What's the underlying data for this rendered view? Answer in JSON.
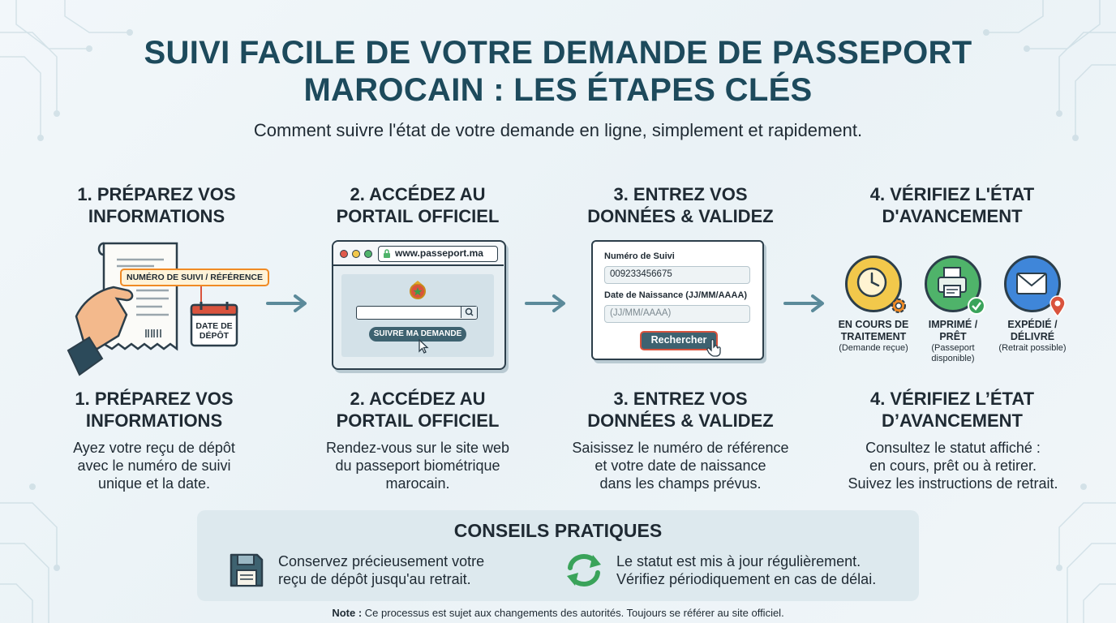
{
  "header": {
    "title_line1": "SUIVI FACILE DE VOTRE DEMANDE DE PASSEPORT",
    "title_line2": "MAROCAIN : LES ÉTAPES CLÉS",
    "subtitle": "Comment suivre l'état de votre demande en ligne, simplement et rapidement."
  },
  "steps": [
    {
      "top_title_1": "1. PRÉPAREZ VOS",
      "top_title_2": "INFORMATIONS",
      "bottom_title_1": "1. PRÉPAREZ VOS",
      "bottom_title_2": "INFORMATIONS",
      "desc_1": "Ayez votre reçu de dépôt",
      "desc_2": "avec le numéro de suivi",
      "desc_3": "unique et la date.",
      "tag_label": "NUMÉRO DE SUIVI / RÉFÉRENCE",
      "calendar_label_1": "DATE DE",
      "calendar_label_2": "DÉPÔT"
    },
    {
      "top_title_1": "2. ACCÉDEZ AU",
      "top_title_2": "PORTAIL OFFICIEL",
      "bottom_title_1": "2. ACCÉDEZ AU",
      "bottom_title_2": "PORTAIL OFFICIEL",
      "desc_1": "Rendez-vous sur le site web",
      "desc_2": "du passeport biométrique",
      "desc_3": "marocain.",
      "url": "www.passeport.ma",
      "button": "SUIVRE MA DEMANDE"
    },
    {
      "top_title_1": "3. ENTREZ VOS",
      "top_title_2": "DONNÉES & VALIDEZ",
      "bottom_title_1": "3. ENTREZ VOS",
      "bottom_title_2": "DONNÉES & VALIDEZ",
      "desc_1": "Saisissez le numéro de référence",
      "desc_2": "et votre date de naissance",
      "desc_3": "dans les champs prévus.",
      "field1_label": "Numéro de Suivi",
      "field1_value": "009233456675",
      "field2_label": "Date de Naissance (JJ/MM/AAAA)",
      "field2_placeholder": "(JJ/MM/AAAA)",
      "button": "Rechercher"
    },
    {
      "top_title_1": "4. VÉRIFIEZ L'ÉTAT",
      "top_title_2": "D'AVANCEMENT",
      "bottom_title_1": "4. VÉRIFIEZ L’ÉTAT",
      "bottom_title_2": "D’AVANCEMENT",
      "desc_1": "Consultez le statut affiché :",
      "desc_2": "en cours, prêt ou à retirer.",
      "desc_3": "Suivez les instructions de retrait.",
      "statuses": [
        {
          "label_1": "EN COURS DE",
          "label_2": "TRAITEMENT",
          "sub_1": "(Demande reçue)",
          "sub_2": "",
          "color": "#f2c84b"
        },
        {
          "label_1": "IMPRIMÉ /",
          "label_2": "PRÊT",
          "sub_1": "(Passeport",
          "sub_2": "disponible)",
          "color": "#4fb36a"
        },
        {
          "label_1": "EXPÉDIÉ /",
          "label_2": "DÉLIVRÉ",
          "sub_1": "(Retrait possible)",
          "sub_2": "",
          "color": "#3f86d9"
        }
      ]
    }
  ],
  "tips": {
    "title": "CONSEILS PRATIQUES",
    "tip1_line1": "Conservez précieusement votre",
    "tip1_line2": "reçu de dépôt jusqu'au retrait.",
    "tip2_line1": "Le statut est mis à jour régulièrement.",
    "tip2_line2": "Vérifiez périodiquement en cas de délai."
  },
  "note": {
    "label": "Note :",
    "text": "Ce processus est sujet aux changements des autorités. Toujours se référer au site officiel."
  },
  "colors": {
    "title": "#1d4a5c",
    "arrow": "#5b8a9a",
    "accent_orange": "#f08a24",
    "button_teal": "#3e6270"
  }
}
